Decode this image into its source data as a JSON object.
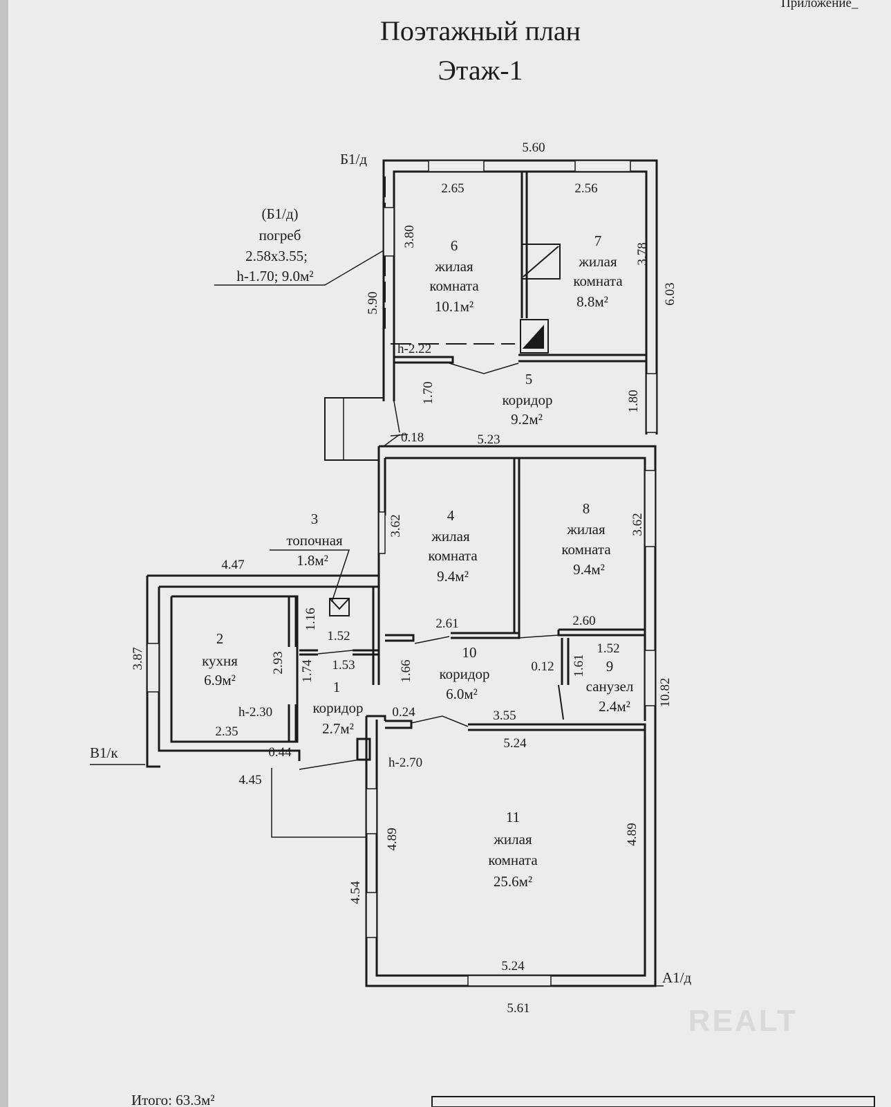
{
  "header": {
    "appendix": "Приложение_",
    "title": "Поэтажный план",
    "floor": "Этаж-1"
  },
  "axes": {
    "b1d": "Б1/д",
    "v1k": "В1/к",
    "a1d": "А1/д"
  },
  "cellar": {
    "code": "(Б1/д)",
    "name": "погреб",
    "size": "2.58x3.55;",
    "info": "h-1.70; 9.0м²"
  },
  "rooms": {
    "r1": {
      "num": "1",
      "name": "коридор",
      "area": "2.7м²"
    },
    "r2": {
      "num": "2",
      "name": "кухня",
      "area": "6.9м²"
    },
    "r3": {
      "num": "3",
      "name": "топочная",
      "area": "1.8м²"
    },
    "r4": {
      "num": "4",
      "name1": "жилая",
      "name2": "комната",
      "area": "9.4м²"
    },
    "r5": {
      "num": "5",
      "name": "коридор",
      "area": "9.2м²"
    },
    "r6": {
      "num": "6",
      "name1": "жилая",
      "name2": "комната",
      "area": "10.1м²"
    },
    "r7": {
      "num": "7",
      "name1": "жилая",
      "name2": "комната",
      "area": "8.8м²"
    },
    "r8": {
      "num": "8",
      "name1": "жилая",
      "name2": "комната",
      "area": "9.4м²"
    },
    "r9": {
      "num": "9",
      "name": "санузел",
      "area": "2.4м²"
    },
    "r10": {
      "num": "10",
      "name": "коридор",
      "area": "6.0м²"
    },
    "r11": {
      "num": "11",
      "name1": "жилая",
      "name2": "комната",
      "area": "25.6м²"
    }
  },
  "dims": {
    "top_560": "5.60",
    "d_265": "2.65",
    "d_256": "2.56",
    "d_380": "3.80",
    "d_378": "3.78",
    "d_603": "6.03",
    "d_590": "5.90",
    "h222": "h-2.22",
    "d_170": "1.70",
    "d_180": "1.80",
    "d_018": "0.18",
    "d_523": "5.23",
    "d_362a": "3.62",
    "d_362b": "3.62",
    "d_447": "4.47",
    "d_387": "3.87",
    "d_116": "1.16",
    "d_152a": "1.52",
    "d_153": "1.53",
    "d_293": "2.93",
    "d_174": "1.74",
    "d_261": "2.61",
    "d_260": "2.60",
    "d_166": "1.66",
    "d_012": "0.12",
    "d_161": "1.61",
    "d_152b": "1.52",
    "d_1082": "10.82",
    "h230": "h-2.30",
    "d_235": "2.35",
    "d_024": "0.24",
    "d_355": "3.55",
    "d_524a": "5.24",
    "d_044": "0.44",
    "d_445": "4.45",
    "h270": "h-2.70",
    "d_489a": "4.89",
    "d_489b": "4.89",
    "d_454": "4.54",
    "d_524b": "5.24",
    "d_561": "5.61"
  },
  "footer": {
    "total": "Итого:  63.3м²",
    "watermark": "REALT"
  }
}
